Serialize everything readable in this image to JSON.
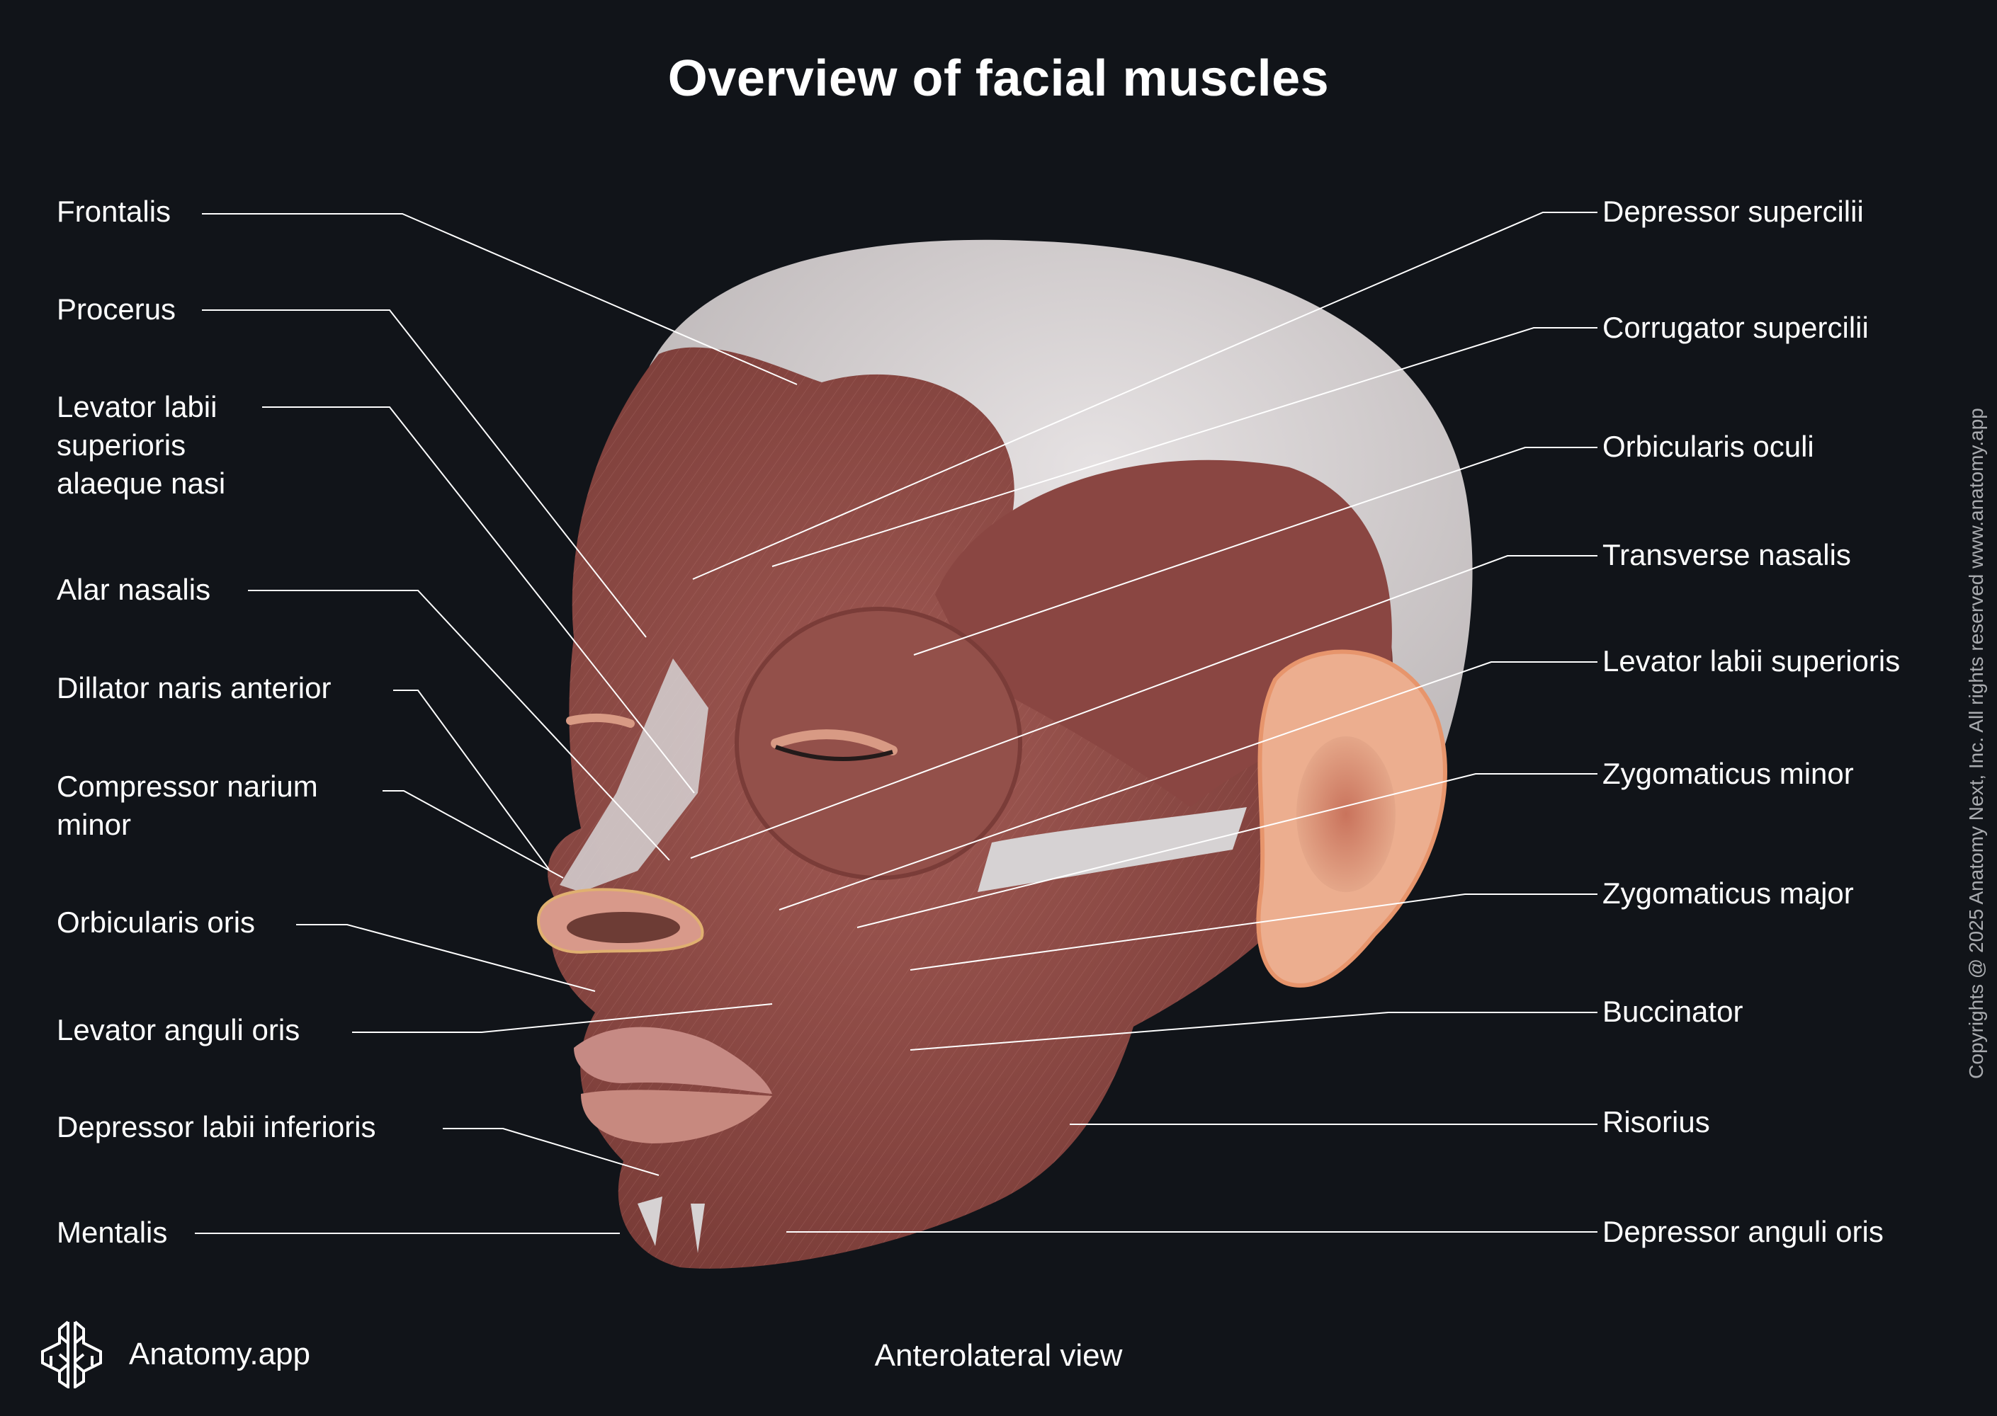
{
  "title": "Overview of facial muscles",
  "view_label": "Anterolateral view",
  "brand": {
    "name": "Anatomy.app",
    "logo_icon": "brain-circuit-icon"
  },
  "copyright": "Copyrights @ 2025 Anatomy Next, Inc. All rights reserved www.anatomy.app",
  "colors": {
    "background": "#111419",
    "text": "#ffffff",
    "leader_line": "#ffffff",
    "muscle": "#8e4a45",
    "tendon": "#d6d2d3",
    "skin": "#e8a486",
    "copyright_text": "#a9abaf"
  },
  "labels_left": [
    {
      "text": "Frontalis"
    },
    {
      "text": "Procerus"
    },
    {
      "lines": [
        "Levator labii",
        "superioris",
        "alaeque nasi"
      ]
    },
    {
      "text": "Alar nasalis"
    },
    {
      "text": "Dillator naris anterior"
    },
    {
      "lines": [
        "Compressor narium",
        "minor"
      ]
    },
    {
      "text": "Orbicularis oris"
    },
    {
      "text": "Levator anguli oris"
    },
    {
      "text": "Depressor labii inferioris"
    },
    {
      "text": "Mentalis"
    }
  ],
  "labels_right": [
    {
      "text": "Depressor supercilii"
    },
    {
      "text": "Corrugator supercilii"
    },
    {
      "text": "Orbicularis oculi"
    },
    {
      "text": "Transverse nasalis"
    },
    {
      "text": "Levator labii superioris"
    },
    {
      "text": "Zygomaticus minor"
    },
    {
      "text": "Zygomaticus major"
    },
    {
      "text": "Buccinator"
    },
    {
      "text": "Risorius"
    },
    {
      "text": "Depressor anguli oris"
    }
  ]
}
